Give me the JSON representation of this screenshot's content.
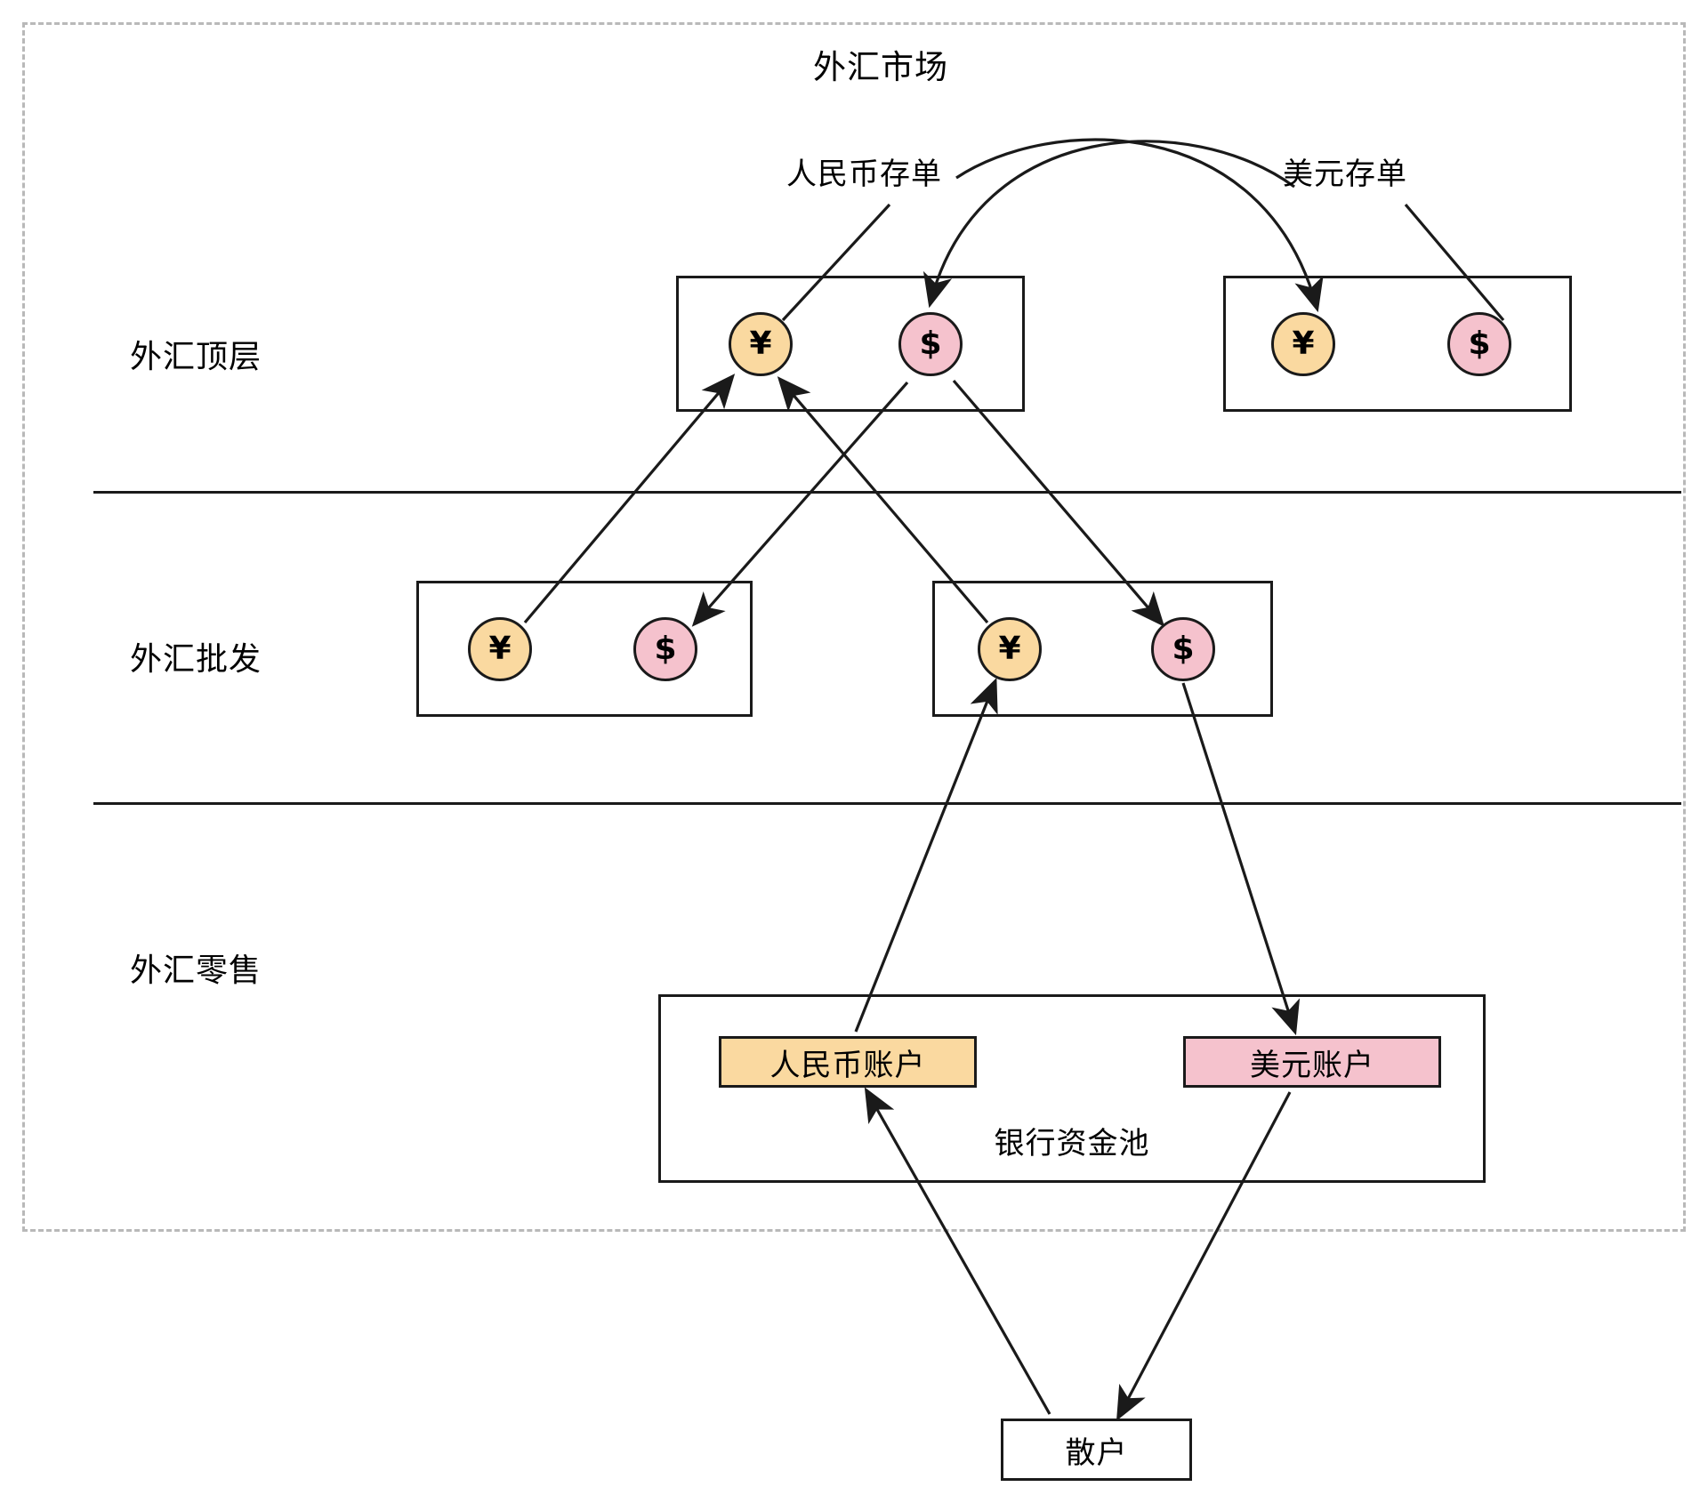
{
  "diagram": {
    "title": "外汇市场",
    "frame_style": "dashed",
    "layers": [
      {
        "id": "top",
        "label": "外汇顶层"
      },
      {
        "id": "wholesale",
        "label": "外汇批发"
      },
      {
        "id": "retail",
        "label": "外汇零售"
      }
    ],
    "annotations": [
      {
        "id": "rmb-cd",
        "label": "人民币存单"
      },
      {
        "id": "usd-cd",
        "label": "美元存单"
      }
    ],
    "nodes": {
      "top_left_box": {
        "coins": [
          {
            "id": "top-left-yen",
            "symbol": "¥",
            "currency": "CNY",
            "color": "#fad9a0"
          },
          {
            "id": "top-left-usd",
            "symbol": "$",
            "currency": "USD",
            "color": "#f5c2cd"
          }
        ]
      },
      "top_right_box": {
        "coins": [
          {
            "id": "top-right-yen",
            "symbol": "¥",
            "currency": "CNY",
            "color": "#fad9a0"
          },
          {
            "id": "top-right-usd",
            "symbol": "$",
            "currency": "USD",
            "color": "#f5c2cd"
          }
        ]
      },
      "wholesale_left_box": {
        "coins": [
          {
            "id": "wh-left-yen",
            "symbol": "¥",
            "currency": "CNY",
            "color": "#fad9a0"
          },
          {
            "id": "wh-left-usd",
            "symbol": "$",
            "currency": "USD",
            "color": "#f5c2cd"
          }
        ]
      },
      "wholesale_right_box": {
        "coins": [
          {
            "id": "wh-right-yen",
            "symbol": "¥",
            "currency": "CNY",
            "color": "#fad9a0"
          },
          {
            "id": "wh-right-usd",
            "symbol": "$",
            "currency": "USD",
            "color": "#f5c2cd"
          }
        ]
      },
      "bank_pool": {
        "label": "银行资金池",
        "accounts": [
          {
            "id": "rmb-account",
            "label": "人民币账户",
            "color": "#fad9a0"
          },
          {
            "id": "usd-account",
            "label": "美元账户",
            "color": "#f5c2cd"
          }
        ]
      },
      "retail_investor": {
        "label": "散户"
      }
    },
    "colors": {
      "cny": "#fad9a0",
      "usd": "#f5c2cd",
      "stroke": "#1a1a1a",
      "frame": "#b9b9b9",
      "background": "#ffffff"
    }
  }
}
